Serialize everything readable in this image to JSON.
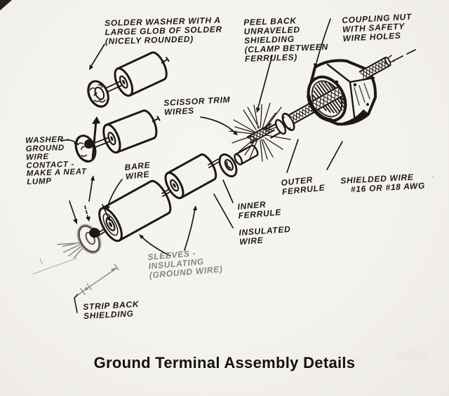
{
  "figure": {
    "caption": "Ground Terminal Assembly Details",
    "paper_color": "#f5f3ef",
    "ink_color": "#1c1814",
    "pencil_color": "#8b8882"
  },
  "annotations": [
    {
      "id": "solder-washer",
      "text": "SOLDER WASHER WITH A\nLARGE GLOB OF SOLDER\n(NICELY ROUNDED)"
    },
    {
      "id": "peel-back-shielding",
      "text": "PEEL BACK\nUNRAVELED\nSHIELDING\n(CLAMP BETWEEN\nFERRULES)"
    },
    {
      "id": "coupling-nut",
      "text": "COUPLING NUT\nWITH SAFETY\nWIRE HOLES"
    },
    {
      "id": "scissor-trim-wires",
      "text": "SCISSOR TRIM\nWIRES"
    },
    {
      "id": "washer-ground-wire",
      "text": "WASHER -\nGROUND\nWIRE\nCONTACT -\nMAKE A NEAT\nLUMP"
    },
    {
      "id": "bare-wire",
      "text": "BARE\nWIRE"
    },
    {
      "id": "outer-ferrule",
      "text": "OUTER\nFERRULE"
    },
    {
      "id": "shielded-wire",
      "text": "SHIELDED WIRE\n#16 OR #18 AWG"
    },
    {
      "id": "inner-ferrule",
      "text": "INNER\nFERRULE"
    },
    {
      "id": "insulated-wire",
      "text": "INSULATED\nWIRE"
    },
    {
      "id": "sleeves-insulating",
      "text": "SLEEVES -\nINSULATING\n(GROUND WIRE)"
    },
    {
      "id": "strip-back-shielding",
      "text": "STRIP BACK\nSHIELDING"
    }
  ]
}
